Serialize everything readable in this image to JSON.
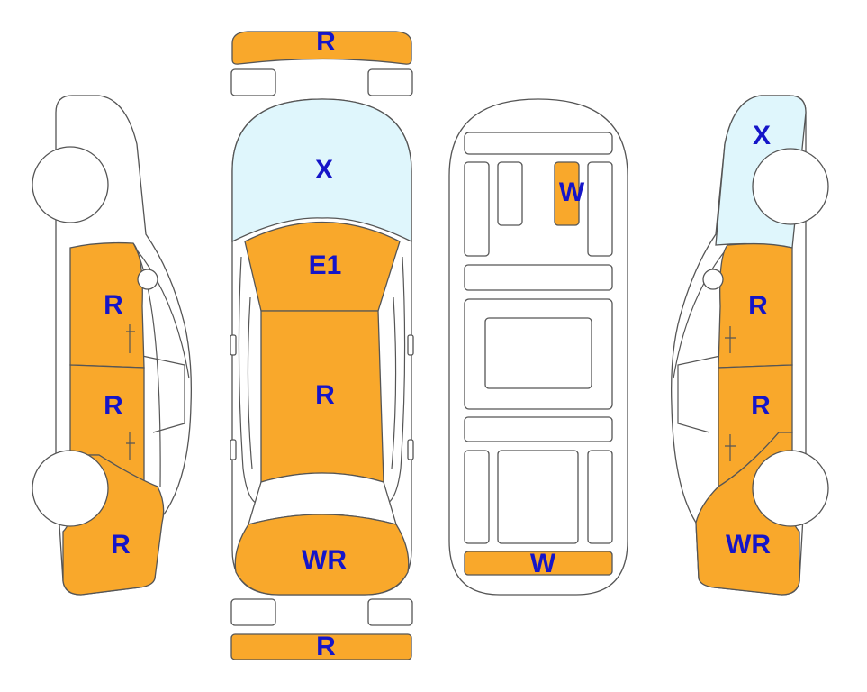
{
  "colors": {
    "damage_fill": "#F9A82B",
    "glass_fill": "#DFF6FC",
    "label_color": "#1515C8",
    "outline": "#555555"
  },
  "parts": {
    "front_bumper": {
      "code": "R"
    },
    "rear_bumper": {
      "code": "R"
    },
    "windshield": {
      "code": "X"
    },
    "hood": {
      "code": "E1"
    },
    "roof": {
      "code": "R"
    },
    "trunk": {
      "code": "WR"
    },
    "floor_front": {
      "code": "W"
    },
    "floor_rear": {
      "code": "W"
    },
    "left_front_door": {
      "code": "R"
    },
    "left_rear_door": {
      "code": "R"
    },
    "left_rear_quarter": {
      "code": "R"
    },
    "right_front_fender": {
      "code": "X"
    },
    "right_front_door": {
      "code": "R"
    },
    "right_rear_door": {
      "code": "R"
    },
    "right_rear_quarter": {
      "code": "WR"
    }
  }
}
